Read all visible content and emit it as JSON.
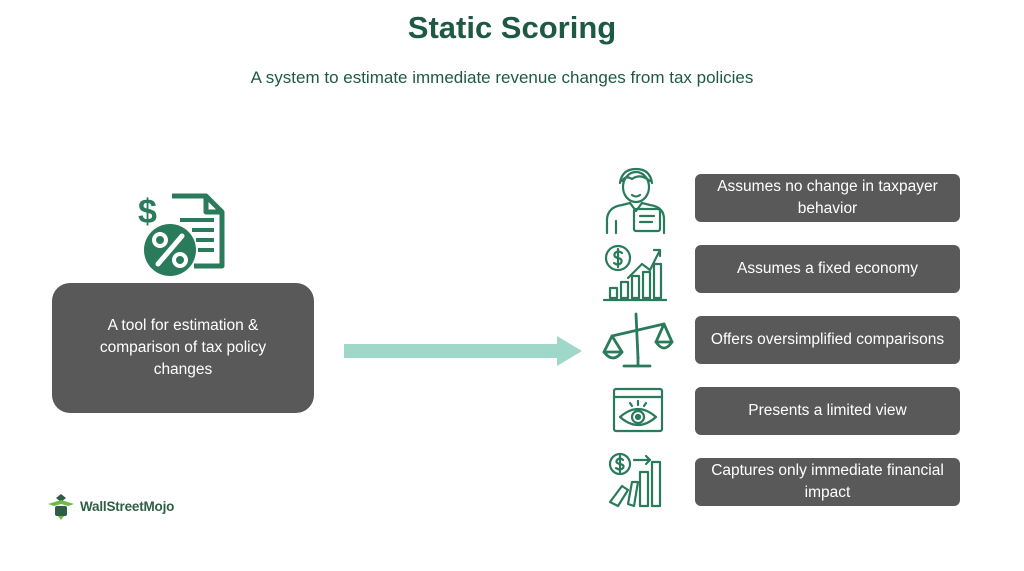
{
  "title": "Static Scoring",
  "subtitle": "A system to estimate immediate revenue changes from tax policies",
  "main_box": {
    "text": "A tool for estimation & comparison of tax policy changes",
    "icon": "tax-document-percent-icon"
  },
  "features": [
    {
      "text": "Assumes no change in taxpayer behavior",
      "icon": "person-with-document-icon"
    },
    {
      "text": "Assumes a fixed economy",
      "icon": "coin-growth-chart-icon"
    },
    {
      "text": "Offers oversimplified comparisons",
      "icon": "balance-scale-icon"
    },
    {
      "text": "Presents a limited view",
      "icon": "eye-window-icon"
    },
    {
      "text": "Captures only immediate financial impact",
      "icon": "coin-falling-bars-icon"
    }
  ],
  "logo": {
    "text": "WallStreetMojo"
  },
  "colors": {
    "accent": "#1e5a43",
    "icon": "#2a7a5c",
    "box": "#595959",
    "arrow": "#9fd8c8"
  }
}
